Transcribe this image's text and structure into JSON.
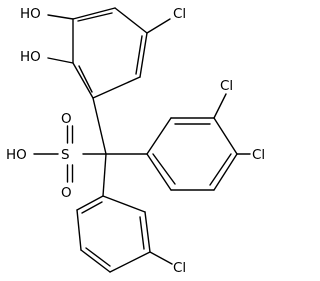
{
  "colors": {
    "bond": "#000000",
    "label": "#000000",
    "background": "#ffffff"
  },
  "atoms": {
    "oh_top": "HO",
    "oh_mid": "HO",
    "cl_ring_top": "Cl",
    "cl_34_upper": "Cl",
    "cl_34_lower": "Cl",
    "oh_sulfonic": "HO",
    "sulfur": "S",
    "o_up": "O",
    "o_down": "O",
    "cl_bottom_ring": "Cl"
  }
}
